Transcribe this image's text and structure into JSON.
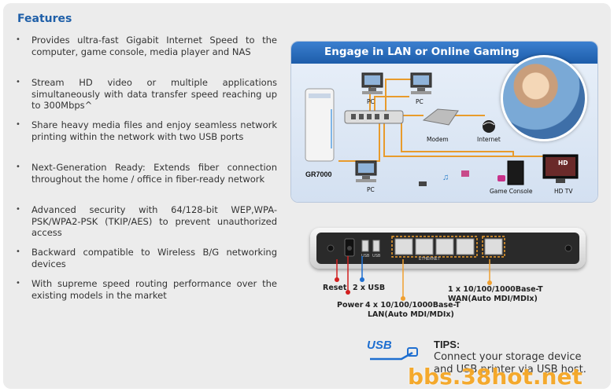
{
  "features": {
    "title": "Features",
    "items": [
      "Provides ultra-fast Gigabit Internet Speed to the computer, game console, media player and NAS",
      "Stream HD video or multiple applications simultaneously with data transfer speed reaching up to 300Mbps^",
      "Share heavy media files and enjoy seamless network printing within the network with two USB ports",
      "Next-Generation Ready: Extends fiber connection throughout the home / office in fiber-ready network",
      "Advanced security with 64/128-bit WEP,WPA-PSK/WPA2-PSK (TKIP/AES) to prevent unauthorized access",
      "Backward compatible to Wireless B/G networking devices",
      "With supreme speed routing performance over the existing models in the market"
    ]
  },
  "diagram": {
    "title": "Engage in LAN or Online Gaming",
    "router_name": "GR7000",
    "pc_label": "PC",
    "modem_label": "Modem",
    "internet_label": "Internet",
    "console_label": "Game Console",
    "tv_label": "HD TV",
    "tv_badge": "HD"
  },
  "ports": {
    "reset": "Reset",
    "power": "Power",
    "usb": "2 x USB",
    "lan_line1": "4 x 10/100/1000Base-T",
    "lan_line2": "LAN(Auto MDI/MDIx)",
    "wan_line1": "1 x 10/100/1000Base-T",
    "wan_line2": "WAN(Auto MDI/MDIx)",
    "panel_usb1": "USB",
    "panel_usb2": "USB",
    "panel_ethernet": "ETHERNET"
  },
  "tips": {
    "usb_logo": "USB",
    "title": "TIPS:",
    "line1": "Connect your storage device",
    "line2": "and USB printer via USB host."
  },
  "watermark": "bbs.38hot.net",
  "colors": {
    "title_blue": "#1f5fa8",
    "header_blue": "#1d5daa",
    "lan_orange": "#f0a030",
    "reset_red": "#d22020",
    "usb_blue": "#1f6fd0",
    "watermark_orange": "#f5a623"
  }
}
